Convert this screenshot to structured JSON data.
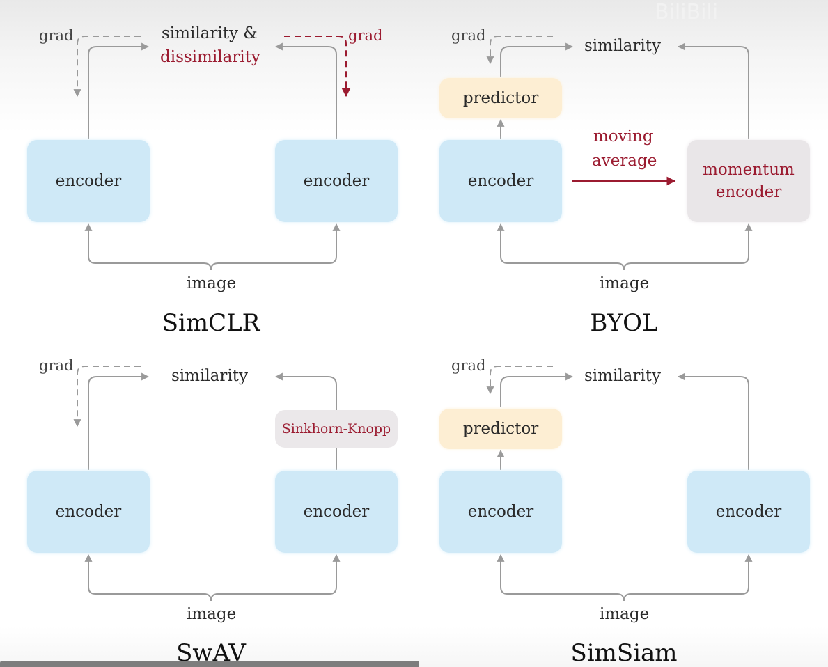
{
  "watermark": "BiliBili",
  "colors": {
    "encoder": "#cfe9f7",
    "predictor": "#fdeed3",
    "momentum": "#e9e6e8",
    "accent": "#9b1b30",
    "arrow": "#9a9a9a"
  },
  "panels": {
    "simclr": {
      "title": "SimCLR",
      "grad_left": "grad",
      "grad_right": "grad",
      "similarity": "similarity &",
      "dissimilarity": "dissimilarity",
      "encoder_left": "encoder",
      "encoder_right": "encoder",
      "image": "image"
    },
    "byol": {
      "title": "BYOL",
      "grad": "grad",
      "similarity": "similarity",
      "predictor": "predictor",
      "encoder": "encoder",
      "moving": "moving",
      "average": "average",
      "momentum_line1": "momentum",
      "momentum_line2": "encoder",
      "image": "image"
    },
    "swav": {
      "title": "SwAV",
      "grad": "grad",
      "similarity": "similarity",
      "sinkhorn": "Sinkhorn-Knopp",
      "encoder_left": "encoder",
      "encoder_right": "encoder",
      "image": "image"
    },
    "simsiam": {
      "title": "SimSiam",
      "grad": "grad",
      "similarity": "similarity",
      "predictor": "predictor",
      "encoder_left": "encoder",
      "encoder_right": "encoder",
      "image": "image"
    }
  }
}
